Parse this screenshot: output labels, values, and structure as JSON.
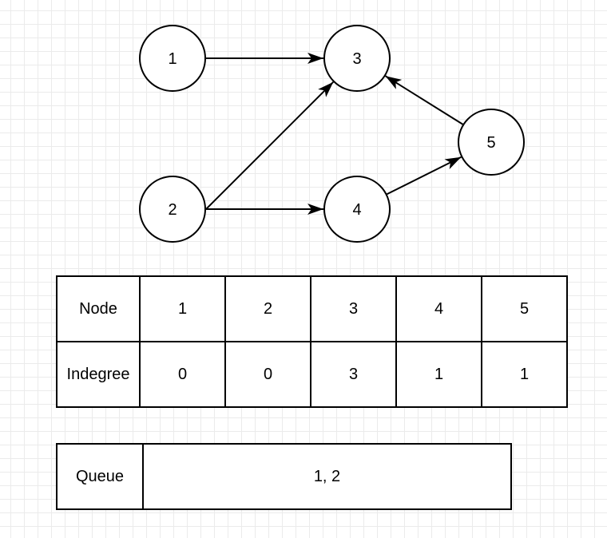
{
  "graph": {
    "nodes": [
      {
        "id": "1",
        "label": "1"
      },
      {
        "id": "2",
        "label": "2"
      },
      {
        "id": "3",
        "label": "3"
      },
      {
        "id": "4",
        "label": "4"
      },
      {
        "id": "5",
        "label": "5"
      }
    ],
    "edges": [
      {
        "from": "1",
        "to": "3"
      },
      {
        "from": "2",
        "to": "3"
      },
      {
        "from": "2",
        "to": "4"
      },
      {
        "from": "4",
        "to": "5"
      },
      {
        "from": "5",
        "to": "3"
      }
    ],
    "colors": {
      "stroke": "#000000",
      "fill": "#ffffff"
    }
  },
  "indegree_table": {
    "node_header": "Node",
    "indegree_header": "Indegree",
    "nodes": [
      "1",
      "2",
      "3",
      "4",
      "5"
    ],
    "indegrees": [
      "0",
      "0",
      "3",
      "1",
      "1"
    ]
  },
  "queue": {
    "label": "Queue",
    "contents": "1, 2"
  }
}
